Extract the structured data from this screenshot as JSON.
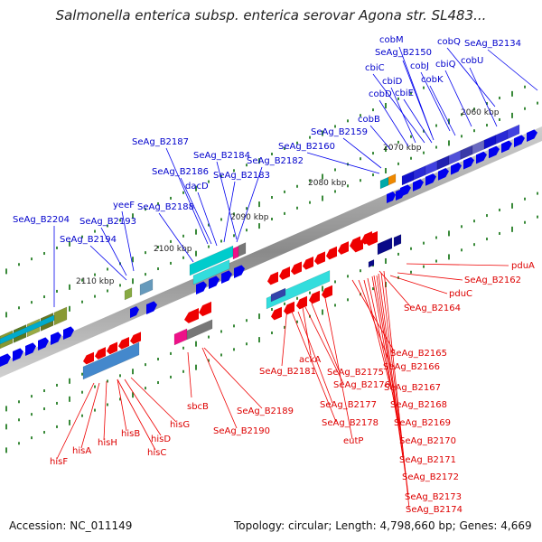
{
  "title": "Salmonella enterica subsp. enterica serovar Agona str. SL483...",
  "footer": {
    "accession": "Accession: NC_011149",
    "topology": "Topology: circular; Length: 4,798,660 bp; Genes: 4,669"
  },
  "kbp_ticks": [
    "2060 kbp",
    "2070 kbp",
    "2080 kbp",
    "2090 kbp",
    "2100 kbp",
    "2110 kbp"
  ],
  "top_labels": [
    "cobQ",
    "SeAg_B2134",
    "cobM",
    "SeAg_B2150",
    "cobU",
    "cbiC",
    "cobJ",
    "cbiQ",
    "cbiD",
    "cobK",
    "cobD",
    "cbiE",
    "cobB",
    "SeAg_B2159",
    "SeAg_B2160",
    "SeAg_B2187",
    "SeAg_B2184",
    "SeAg_B2186",
    "SeAg_B2182",
    "SeAg_B2183",
    "dacD",
    "yeeF",
    "SeAg_B2188",
    "SeAg_B2204",
    "SeAg_B2193",
    "SeAg_B2194"
  ],
  "bottom_labels": [
    "pduA",
    "SeAg_B2162",
    "pduC",
    "SeAg_B2164",
    "ackA",
    "SeAg_B2181",
    "SeAg_B2165",
    "SeAg_B2175",
    "SeAg_B2166",
    "SeAg_B2176",
    "SeAg_B2167",
    "SeAg_B2177",
    "SeAg_B2168",
    "SeAg_B2169",
    "SeAg_B2178",
    "eutP",
    "SeAg_B2170",
    "SeAg_B2171",
    "SeAg_B2172",
    "SeAg_B2173",
    "SeAg_B2174",
    "SeAg_B2189",
    "SeAg_B2190",
    "sbcB",
    "hisG",
    "hisD",
    "hisC",
    "hisB",
    "hisH",
    "hisA",
    "hisF"
  ],
  "colors": {
    "forward": "#0000ee",
    "reverse": "#ee0000",
    "label_forward": "#0000cc",
    "label_reverse": "#dd0000",
    "backbone": "#888888",
    "tick": "#3a8a3a"
  }
}
